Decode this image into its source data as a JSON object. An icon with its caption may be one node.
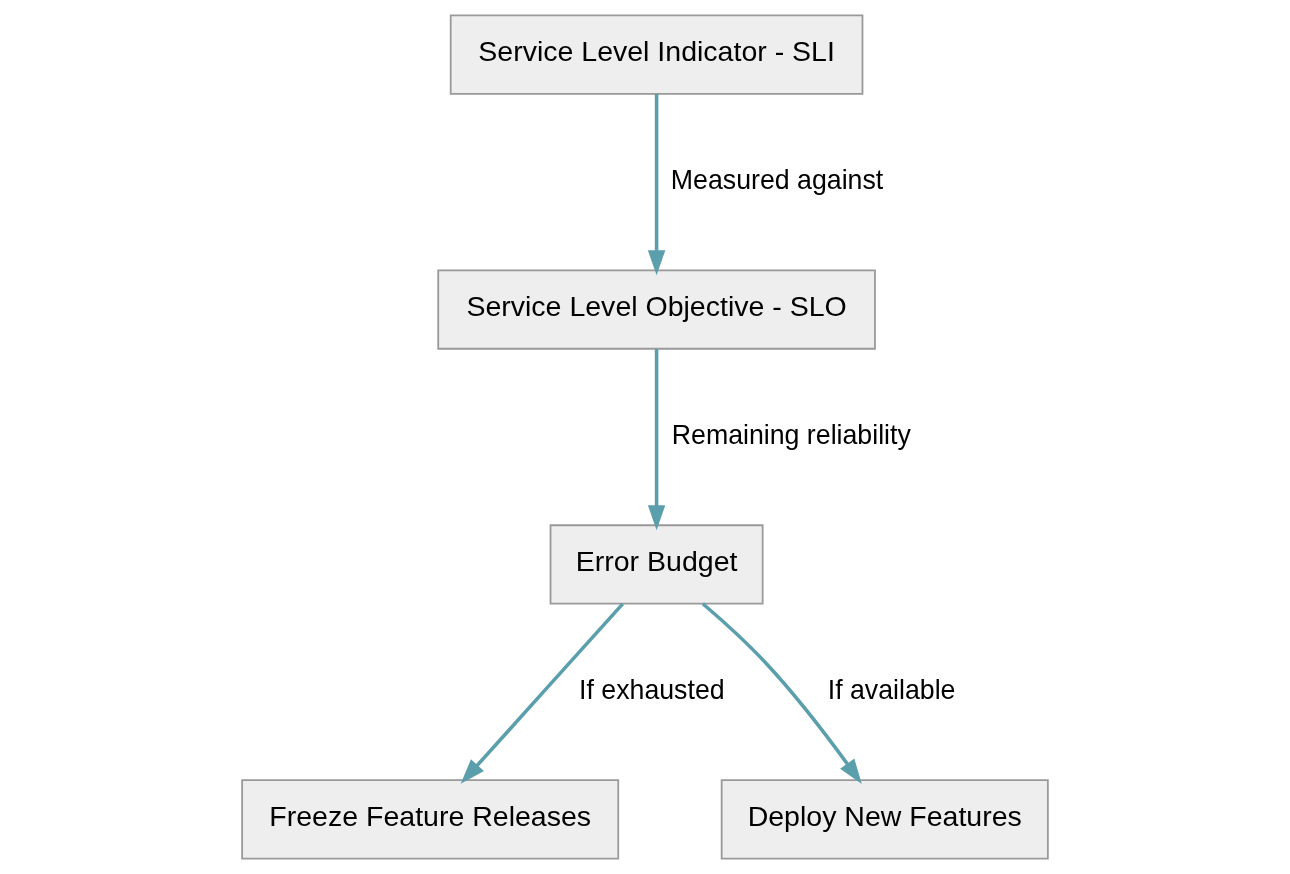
{
  "diagram": {
    "nodes": [
      {
        "text": [
          "Service Level Indicator - SLI"
        ]
      },
      {
        "text": [
          "Service Level Objective - SLO"
        ]
      },
      {
        "text": [
          "Error Budget"
        ]
      },
      {
        "text": [
          "Freeze Feature Releases"
        ]
      },
      {
        "text": [
          "Deploy New Features"
        ]
      }
    ],
    "edges": [
      {
        "from": 0,
        "to": 1,
        "arrow": "to",
        "label": "Measured against"
      },
      {
        "from": 1,
        "to": 2,
        "arrow": "to",
        "label": "Remaining reliability"
      },
      {
        "from": 2,
        "to": 3,
        "arrow": "to",
        "label": "If exhausted"
      },
      {
        "from": 2,
        "to": 4,
        "arrow": "to",
        "label": "If available"
      }
    ]
  }
}
